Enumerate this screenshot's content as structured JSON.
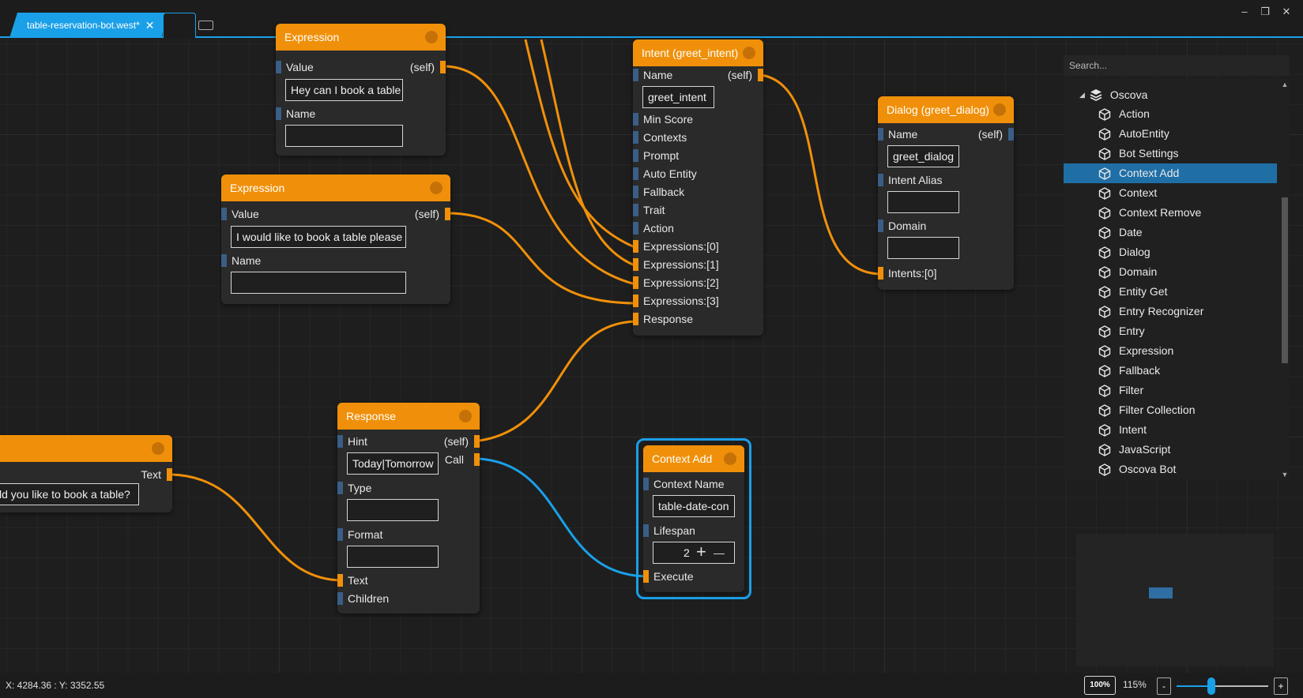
{
  "tabs": {
    "active_label": "table-reservation-bot.west*",
    "close_glyph": "✕"
  },
  "window": {
    "minimize": "–",
    "restore": "❐",
    "close": "✕"
  },
  "nodes": {
    "expr1": {
      "title": "Expression",
      "value_label": "Value",
      "self_label": "(self)",
      "value": "Hey can I book a table",
      "name_label": "Name",
      "name_value": ""
    },
    "expr2": {
      "title": "Expression",
      "value_label": "Value",
      "self_label": "(self)",
      "value": "I would like to book a table please",
      "name_label": "Name",
      "name_value": ""
    },
    "intent": {
      "title": "Intent (greet_intent)",
      "name_label": "Name",
      "self_label": "(self)",
      "name_value": "greet_intent",
      "rows": [
        "Min Score",
        "Contexts",
        "Prompt",
        "Auto Entity",
        "Fallback",
        "Trait",
        "Action",
        "Expressions:[0]",
        "Expressions:[1]",
        "Expressions:[2]",
        "Expressions:[3]",
        "Response"
      ]
    },
    "dialog": {
      "title": "Dialog (greet_dialog)",
      "name_label": "Name",
      "self_label": "(self)",
      "name_value": "greet_dialog",
      "alias_label": "Intent Alias",
      "alias_value": "",
      "domain_label": "Domain",
      "domain_value": "",
      "intents_label": "Intents:[0]"
    },
    "left": {
      "text_label": "Text",
      "value": "ld you like to book a table?"
    },
    "response": {
      "title": "Response",
      "hint_label": "Hint",
      "self_label": "(self)",
      "call_label": "Call",
      "hint_value": "Today|Tomorrow",
      "type_label": "Type",
      "type_value": "",
      "format_label": "Format",
      "format_value": "",
      "text_label": "Text",
      "children_label": "Children"
    },
    "context_add": {
      "title": "Context Add",
      "name_label": "Context Name",
      "name_value": "table-date-con",
      "lifespan_label": "Lifespan",
      "lifespan_value": "2",
      "plus": "+",
      "minus": "—",
      "execute_label": "Execute"
    }
  },
  "panel": {
    "search_placeholder": "Search...",
    "root": "Oscova",
    "items": [
      "Action",
      "AutoEntity",
      "Bot Settings",
      "Context Add",
      "Context",
      "Context Remove",
      "Date",
      "Dialog",
      "Domain",
      "Entity Get",
      "Entry Recognizer",
      "Entry",
      "Expression",
      "Fallback",
      "Filter",
      "Filter Collection",
      "Intent",
      "JavaScript",
      "Oscova Bot"
    ],
    "selected": "Context Add"
  },
  "status": {
    "coords": "X: 4284.36 : Y: 3352.55",
    "zoom_reset": "100%",
    "zoom": "115%",
    "zoom_out": "-",
    "zoom_in": "+",
    "zoom_level": 0.38
  },
  "colors": {
    "accent": "#1aa0e8",
    "node_header": "#f0900a",
    "wire": "#f0900a",
    "selected_wire": "#1aa0e8"
  }
}
